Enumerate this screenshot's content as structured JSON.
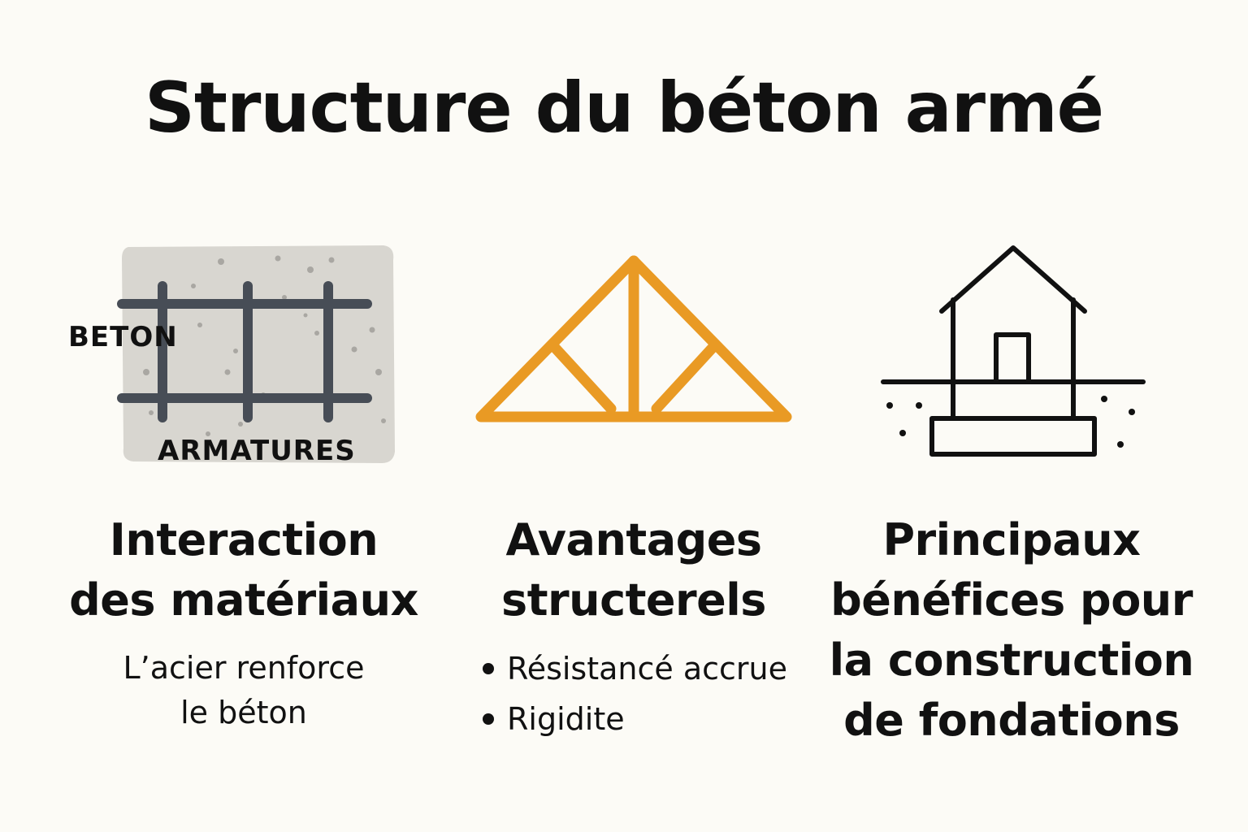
{
  "title": "Structure du béton armé",
  "colors": {
    "background": "#fcfbf6",
    "concrete": "#d8d6d0",
    "rebar": "#474d56",
    "truss": "#e99a24",
    "ink": "#111111"
  },
  "panels": [
    {
      "icon": "reinforced-concrete-icon",
      "labels": {
        "concrete": "BETON",
        "rebar": "ARMATURES"
      },
      "heading": [
        "Interaction",
        "des matériaux"
      ],
      "description": [
        "L’acier renforce",
        "le béton"
      ]
    },
    {
      "icon": "roof-truss-icon",
      "heading": [
        "Avantages",
        "structerels"
      ],
      "bullets": [
        "Résistancé accrue",
        "Rigidite"
      ]
    },
    {
      "icon": "house-foundation-icon",
      "heading": [
        "Principaux",
        "bénéfices pour",
        "la construction",
        "de fondations"
      ]
    }
  ]
}
